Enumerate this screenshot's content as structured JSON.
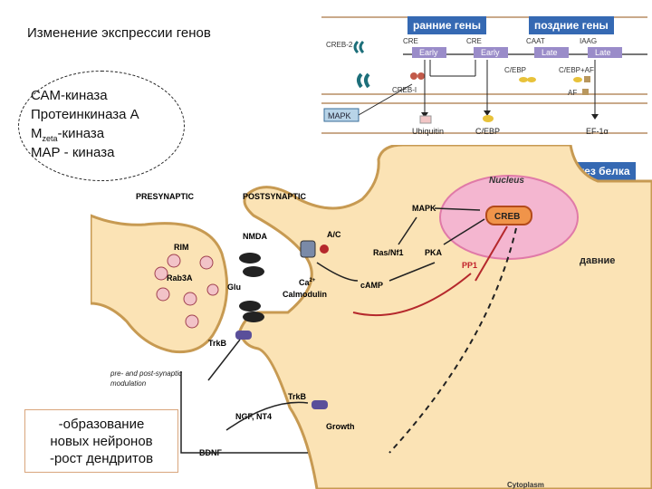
{
  "title": "Изменение экспрессии генов",
  "enzymes": [
    "САМ-киназа",
    "Протеинкиназа А",
    "М",
    "zeta",
    "-киназа",
    "МАР - киназа"
  ],
  "tags": {
    "early": "ранние гены",
    "late": "поздние гены",
    "synth": "Синтез белка"
  },
  "partial_word": "давние",
  "box_lines": [
    "-образование",
    "новых нейронов",
    "-рост дендритов"
  ],
  "gene_panel": {
    "creb2": "CREB-2",
    "creb1": "CREB-I",
    "mapk": "MAPK",
    "cre1": "CRE",
    "cre2": "CRE",
    "caat": "CAAT",
    "iaag": "IAAG",
    "early1": "Early",
    "early2": "Early",
    "late1": "Late",
    "late2": "Late",
    "cebp_small": "C/EBP",
    "cebp_af": "C/EBP+AF",
    "af": "AF",
    "ubiquitin": "Ubiquitin",
    "cebp": "C/EBP",
    "ef1a": "EF-1α"
  },
  "synapse": {
    "presynaptic": "PRESYNAPTIC",
    "postsynaptic": "POSTSYNAPTIC",
    "nucleus": "Nucleus",
    "creb": "CREB",
    "mapk": "MAPK",
    "rasnf1": "Ras/Nf1",
    "pka": "PKA",
    "pp1": "PP1",
    "camp": "cAMP",
    "ca": "Ca",
    "ca_sup": "2+",
    "calmodulin": "Calmodulin",
    "ac": "A/C",
    "nmda": "NMDA",
    "rim": "RIM",
    "rab3a": "Rab3A",
    "glu": "Glu",
    "trkb1": "TrkB",
    "trkb2": "TrkB",
    "mod1": "pre- and post-synaptic",
    "mod2": "modulation",
    "ngf": "NGF, NT4",
    "growth": "Growth",
    "bdnf": "BDNF",
    "cytoplasm": "Cytoplasm"
  }
}
